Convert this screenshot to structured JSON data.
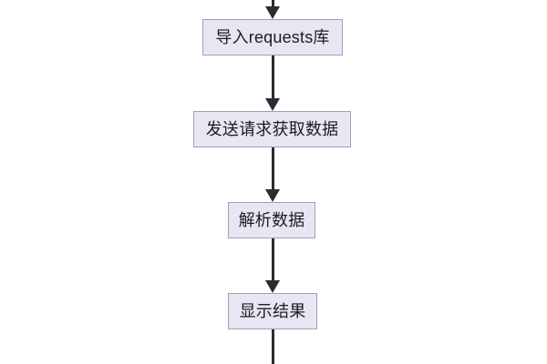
{
  "chart_data": {
    "type": "diagram",
    "diagram_type": "flowchart",
    "title": "",
    "orientation": "top-to-bottom",
    "background_color": "#ffffff",
    "node_fill_color": "#e9e6f3",
    "node_border_color": "#a49dba",
    "node_text_color": "#1c1c22",
    "connector_color": "#2b2b33",
    "nodes": [
      {
        "id": "n1",
        "label": "导入requests库",
        "shape": "rectangle"
      },
      {
        "id": "n2",
        "label": "发送请求获取数据",
        "shape": "rectangle"
      },
      {
        "id": "n3",
        "label": "解析数据",
        "shape": "rectangle"
      },
      {
        "id": "n4",
        "label": "显示结果",
        "shape": "rectangle"
      }
    ],
    "edges": [
      {
        "from": "offscreen-above",
        "to": "n1",
        "arrow": true,
        "label": ""
      },
      {
        "from": "n1",
        "to": "n2",
        "arrow": true,
        "label": ""
      },
      {
        "from": "n2",
        "to": "n3",
        "arrow": true,
        "label": ""
      },
      {
        "from": "n3",
        "to": "n4",
        "arrow": true,
        "label": ""
      },
      {
        "from": "n4",
        "to": "offscreen-below",
        "arrow": false,
        "label": ""
      }
    ],
    "notes": "Image is a cropped portion of a larger vertical flowchart; the connector above the first node and below the last node are cut off by the frame."
  }
}
